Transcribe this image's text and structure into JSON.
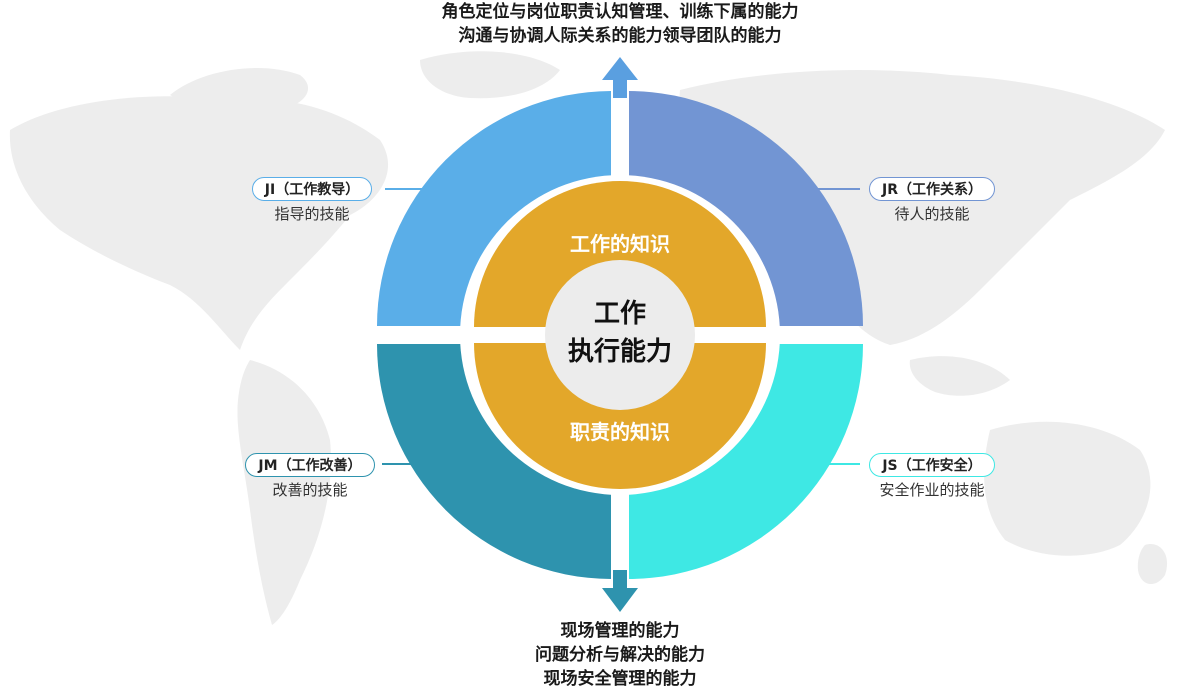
{
  "top": {
    "lines": [
      "角色定位与岗位职责认知管理、训练下属的能力",
      "沟通与协调人际关系的能力领导团队的能力"
    ]
  },
  "bottom": {
    "lines": [
      "现场管理的能力",
      "问题分析与解决的能力",
      "现场安全管理的能力"
    ]
  },
  "center": {
    "line1": "工作",
    "line2": "执行能力"
  },
  "inner_ring": {
    "top_label": "工作的知识",
    "bottom_label": "职责的知识"
  },
  "quadrants": {
    "ji": {
      "tag": "JI（工作教导）",
      "desc": "指导的技能"
    },
    "jr": {
      "tag": "JR（工作关系）",
      "desc": "待人的技能"
    },
    "jm": {
      "tag": "JM（工作改善）",
      "desc": "改善的技能"
    },
    "js": {
      "tag": "JS（工作安全）",
      "desc": "安全作业的技能"
    }
  },
  "colors": {
    "ji": "#5aaee8",
    "jr": "#7295d3",
    "jm": "#2e93ae",
    "js": "#3ee8e4",
    "inner": "#e3a72a",
    "core": "#ececec",
    "map": "#ededed",
    "arrow": "#5a9fe0",
    "arrow_down": "#2e93ae"
  }
}
